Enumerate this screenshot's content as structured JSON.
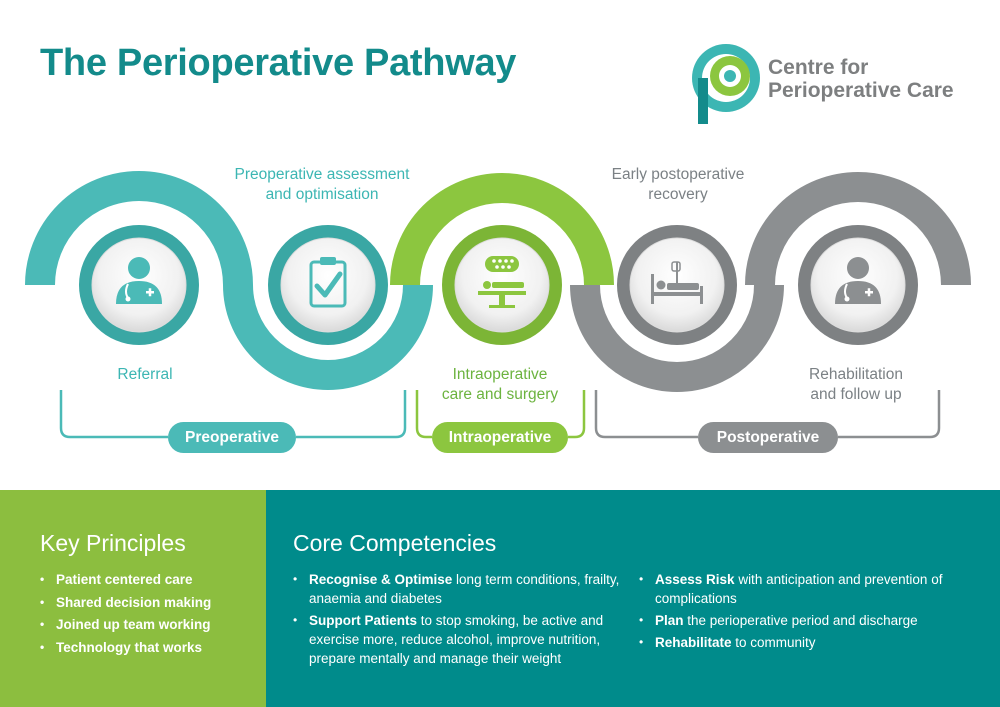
{
  "header": {
    "title": "The Perioperative Pathway",
    "logo_line1": "Centre for",
    "logo_line2": "Perioperative Care"
  },
  "colors": {
    "teal": "#4bbab7",
    "green": "#8cc63f",
    "grey": "#8c8f91",
    "dark_teal": "#138b8b",
    "key_principles_bg": "#8cbe3f",
    "core_competencies_bg": "#008b8b"
  },
  "pathway": {
    "stages": [
      {
        "label_lines": [
          "Referral"
        ],
        "icon": "doctor-icon"
      },
      {
        "label_lines": [
          "Preoperative assessment",
          "and optimisation"
        ],
        "icon": "clipboard-check-icon"
      },
      {
        "label_lines": [
          "Intraoperative",
          "care and surgery"
        ],
        "icon": "operating-table-icon"
      },
      {
        "label_lines": [
          "Early postoperative",
          "recovery"
        ],
        "icon": "hospital-bed-icon"
      },
      {
        "label_lines": [
          "Rehabilitation",
          "and follow up"
        ],
        "icon": "doctor-icon"
      }
    ],
    "phases": [
      {
        "label": "Preoperative"
      },
      {
        "label": "Intraoperative"
      },
      {
        "label": "Postoperative"
      }
    ]
  },
  "key_principles": {
    "title": "Key Principles",
    "items": [
      "Patient centered care",
      "Shared decision making",
      "Joined up team working",
      "Technology that works"
    ]
  },
  "core_competencies": {
    "title": "Core Competencies",
    "left_items": [
      {
        "bold": "Recognise & Optimise",
        "text": " long term conditions, frailty, anaemia and diabetes"
      },
      {
        "bold": "Support Patients",
        "text": " to stop smoking, be active and exercise more, reduce alcohol, improve nutrition, prepare mentally and manage their weight"
      }
    ],
    "right_items": [
      {
        "bold": "Assess Risk",
        "text": " with anticipation and prevention of complications"
      },
      {
        "bold": "Plan",
        "text": " the perioperative period and discharge"
      },
      {
        "bold": "Rehabilitate",
        "text": " to community"
      }
    ]
  }
}
